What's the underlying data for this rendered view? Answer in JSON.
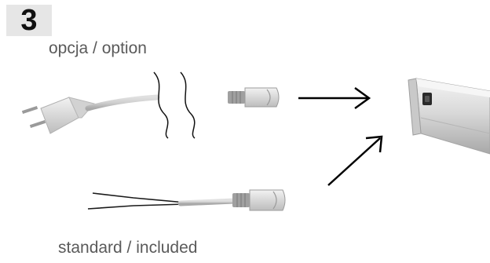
{
  "step": {
    "number": "3"
  },
  "labels": {
    "option": "opcja / option",
    "standard": "standard / included"
  },
  "colors": {
    "badge_bg": "#e6e6e6",
    "label_text": "#5a5a5a",
    "cable": "#c8c8c8",
    "arrow": "#000000"
  }
}
